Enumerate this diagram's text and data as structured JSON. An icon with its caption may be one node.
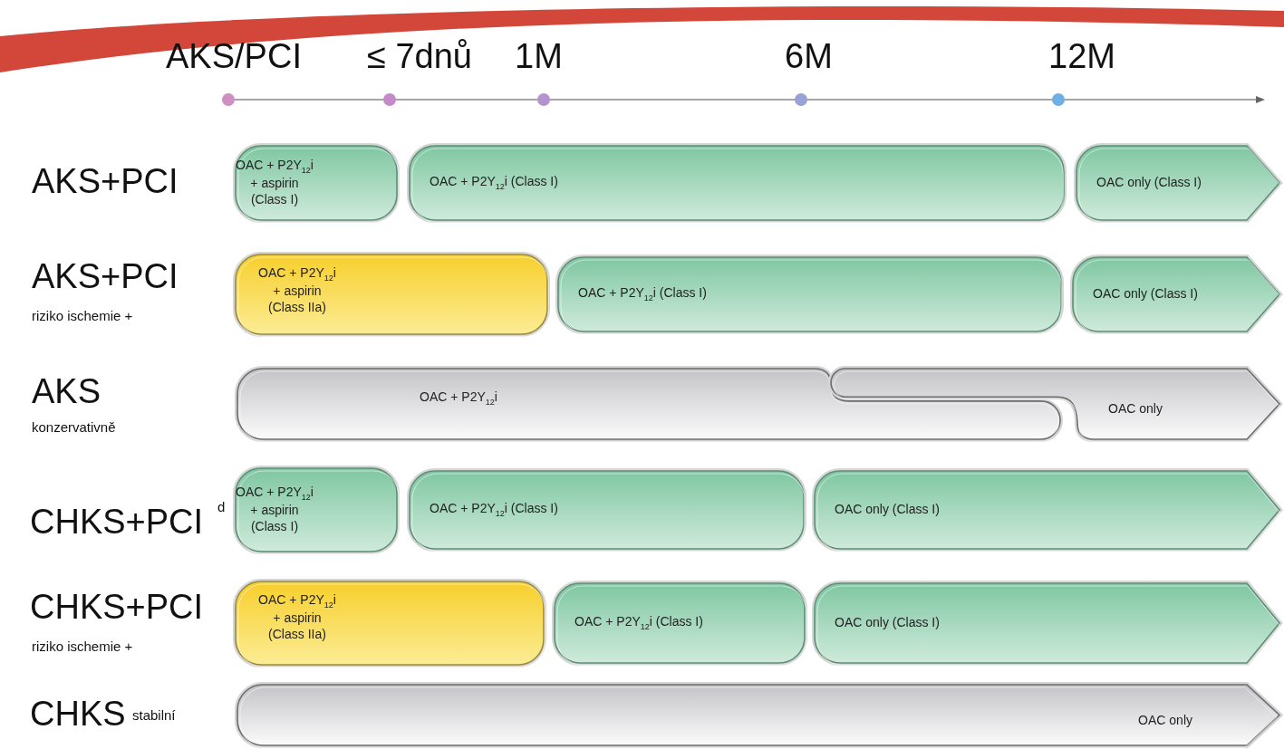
{
  "diagram": {
    "nodes": [
      {
        "text": [
          "OAC + P2Y$_{12}$i + aspirin (Class I)"
        ]
      },
      {
        "text": [
          "OAC + P2Y$_{12}$i (Class I)"
        ]
      },
      {
        "text": [
          "OAC only (Class I)"
        ]
      },
      {
        "text": [
          "OAC + P2Y$_{12}$i + aspirin (Class IIa)"
        ]
      },
      {
        "text": [
          "OAC + P2Y$_{12}$i (Class I)"
        ]
      },
      {
        "text": [
          "OAC only (Class I)"
        ]
      },
      {
        "text": [
          "OAC + P2Y$_{12}$i"
        ]
      },
      {
        "text": [
          "OAC only"
        ]
      },
      {
        "text": [
          "OAC + P2Y$_{12}$i + aspirin (Class I)"
        ]
      },
      {
        "text": [
          "OAC + P2Y$_{12}$i (Class I)"
        ]
      },
      {
        "text": [
          "OAC only (Class I)"
        ]
      },
      {
        "text": [
          "OAC + P2Y$_{12}$i + aspirin (Class IIa)"
        ]
      },
      {
        "text": [
          "OAC + P2Y$_{12}$i (Class I)"
        ]
      },
      {
        "text": [
          "OAC only (Class I)"
        ]
      },
      {
        "text": [
          "OAC only"
        ]
      }
    ],
    "labels": [
      "AKS/PCI",
      "≤ 7dnů",
      "1M",
      "6M",
      "12M",
      "AKS+PCI",
      "AKS+PCI",
      "riziko ischemie +",
      "AKS",
      "konzervativně",
      "CHKS+PCI",
      "d",
      "CHKS+PCI",
      "riziko ischemie +",
      "CHKS",
      "stabilní"
    ]
  }
}
